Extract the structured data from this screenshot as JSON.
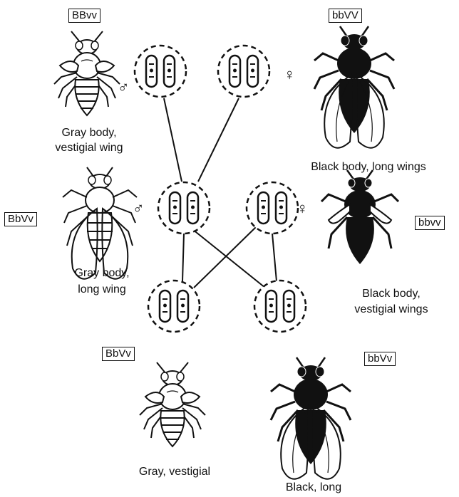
{
  "parents": {
    "gray_male": {
      "genotype": "BBvv",
      "phenotype_line1": "Gray body,",
      "phenotype_line2": "vestigial wing",
      "sex_symbol": "♂"
    },
    "black_female": {
      "genotype": "bbVV",
      "phenotype": "Black body, long wings",
      "sex_symbol": "♀"
    }
  },
  "f1_cross": {
    "gray_male": {
      "genotype": "BbVv",
      "phenotype_line1": "Gray body,",
      "phenotype_line2": "long wing",
      "sex_symbol": "♂"
    },
    "black_female": {
      "genotype": "bbvv",
      "phenotype_line1": "Black body,",
      "phenotype_line2": "vestigial wings",
      "sex_symbol": "♀"
    }
  },
  "offspring": {
    "gray_vestigial": {
      "genotype": "BbVv",
      "phenotype": "Gray, vestigial"
    },
    "black_long": {
      "genotype": "bbVv",
      "phenotype": "Black, long"
    }
  },
  "colors": {
    "ink": "#111111",
    "paper": "#ffffff"
  },
  "icons": [
    "fly-gray-vestigial",
    "fly-black-long",
    "fly-gray-long",
    "fly-black-vestigial",
    "chromosome-pair"
  ]
}
